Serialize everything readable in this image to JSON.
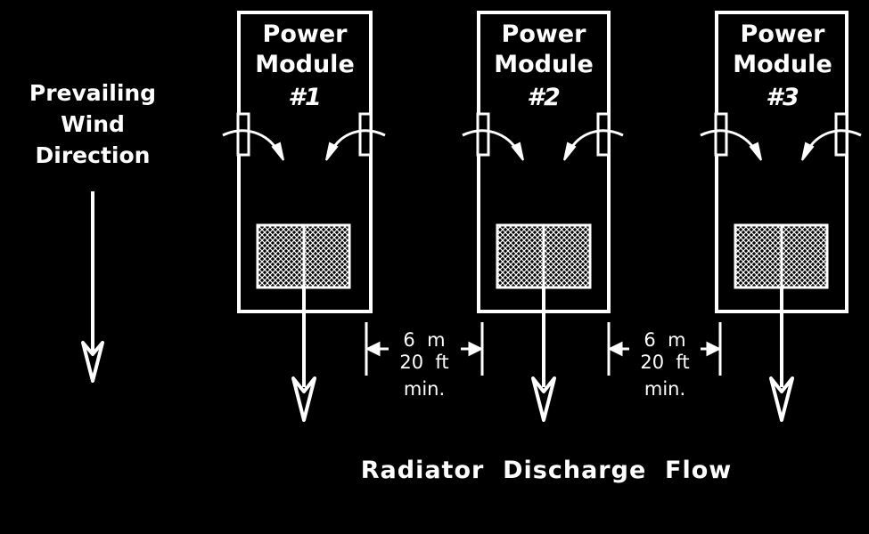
{
  "wind": {
    "line1": "Prevailing",
    "line2": "Wind",
    "line3": "Direction"
  },
  "modules": [
    {
      "line1": "Power",
      "line2": "Module",
      "line3": "#1"
    },
    {
      "line1": "Power",
      "line2": "Module",
      "line3": "#2"
    },
    {
      "line1": "Power",
      "line2": "Module",
      "line3": "#3"
    }
  ],
  "spacing": [
    {
      "metric": "6  m",
      "imperial": "20  ft",
      "note": "min."
    },
    {
      "metric": "6  m",
      "imperial": "20  ft",
      "note": "min."
    }
  ],
  "flow_label": "Radiator  Discharge  Flow",
  "colors": {
    "background": "#000000",
    "foreground": "#ffffff"
  }
}
